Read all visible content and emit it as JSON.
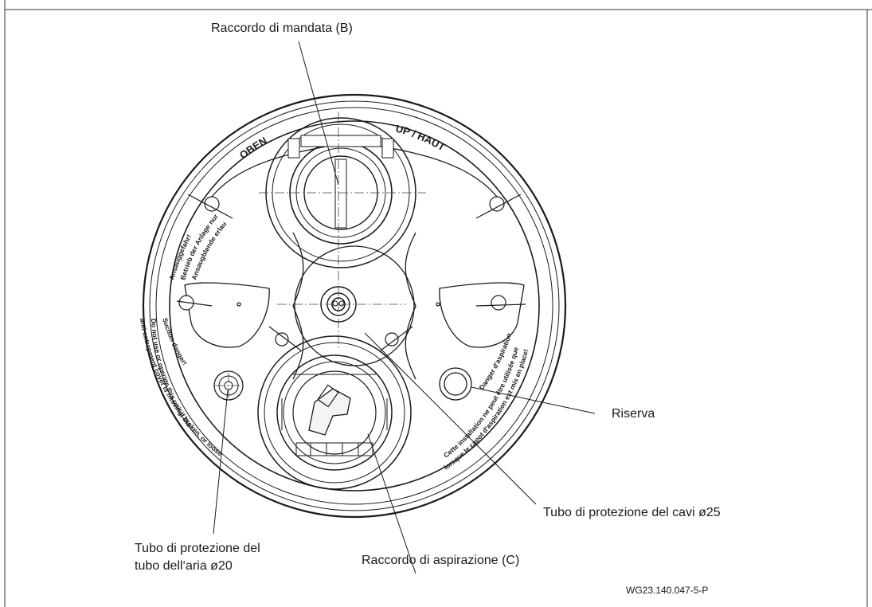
{
  "labels": {
    "delivery": "Raccordo di mandata (B)",
    "reserve": "Riserva",
    "cable_tube": "Tubo di protezione del cavi ø25",
    "air_tube_line1": "Tubo di protezione del",
    "air_tube_line2": "tubo dell‘aria ø20",
    "suction": "Raccordo di aspirazione (C)"
  },
  "part_code": "WG23.140.047-5-P",
  "markings": {
    "oben": "OBEN",
    "up_haut": "UP / HAUT",
    "de_line1": "Ansauggefahr!",
    "de_line2": "Betrieb der Anlage nur mit",
    "de_line3": "Ansaugblende erlaubt!",
    "en_line1": "Suction danger!",
    "en_line2": "Do not use or operate this unit if the",
    "en_line3": "anti-entrapment cover is missing, broken, or loose",
    "fr_line1": "Danger d'aspiration!",
    "fr_line2": "Cette installation ne peut être utilisée que",
    "fr_line3": "lorsque le capot d'aspiration est mis en place!"
  }
}
